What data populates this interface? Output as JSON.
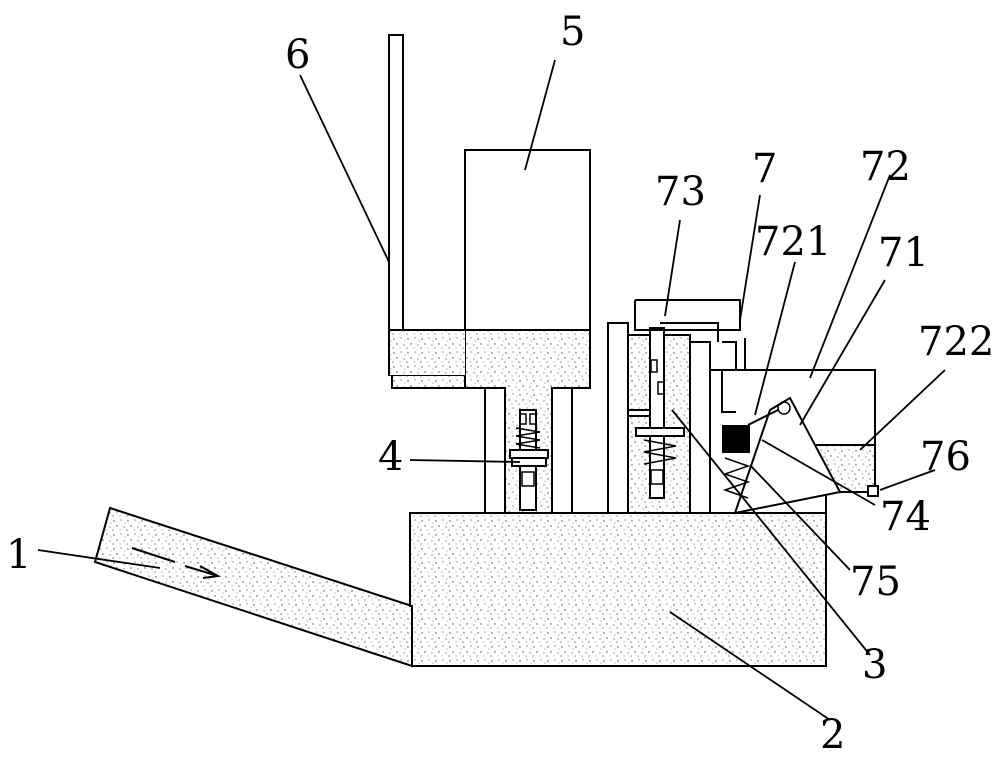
{
  "labels": {
    "l1": "1",
    "l2": "2",
    "l3": "3",
    "l4": "4",
    "l5": "5",
    "l6": "6",
    "l7": "7",
    "l71": "71",
    "l72": "72",
    "l721": "721",
    "l722": "722",
    "l73": "73",
    "l74": "74",
    "l75": "75",
    "l76": "76"
  }
}
